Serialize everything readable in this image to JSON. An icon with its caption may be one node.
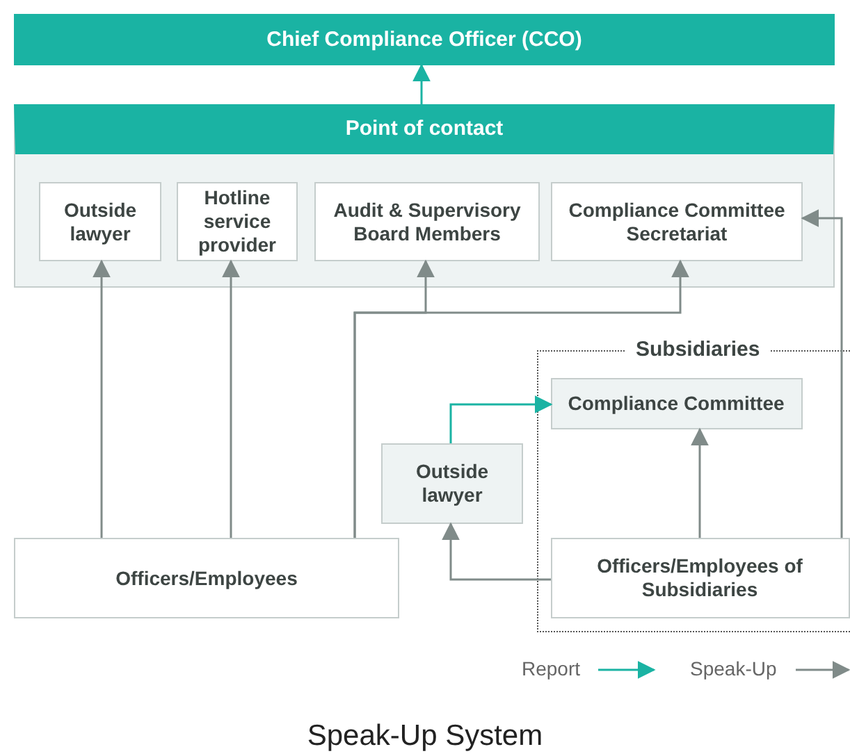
{
  "diagram": {
    "caption": "Speak-Up System",
    "nodes": [
      {
        "text": [
          "Chief Compliance Officer (CCO)"
        ]
      },
      {
        "text": [
          "Point of contact"
        ]
      },
      {
        "text": [
          "Outside lawyer"
        ],
        "in": 1
      },
      {
        "text": [
          "Hotline service provider"
        ],
        "in": 1
      },
      {
        "text": [
          "Audit & Supervisory Board Members"
        ],
        "in": 1
      },
      {
        "text": [
          "Compliance Committee Secretariat"
        ],
        "in": 1
      },
      {
        "text": [
          "Subsidiaries"
        ]
      },
      {
        "text": [
          "Compliance Committee"
        ],
        "in": 6
      },
      {
        "text": [
          "Outside lawyer"
        ]
      },
      {
        "text": [
          "Officers/Employees"
        ]
      },
      {
        "text": [
          "Officers/Employees of Subsidiaries"
        ],
        "in": 6
      }
    ],
    "edges": [
      {
        "from": 1,
        "to": 0,
        "arrow": "to",
        "color": "#1ab3a3"
      },
      {
        "from": 9,
        "to": 2,
        "arrow": "to"
      },
      {
        "from": 9,
        "to": 3,
        "arrow": "to"
      },
      {
        "from": 9,
        "to": 4,
        "arrow": "to"
      },
      {
        "from": 9,
        "to": 5,
        "arrow": "to"
      },
      {
        "from": 10,
        "to": 5,
        "arrow": "to"
      },
      {
        "from": 8,
        "to": 7,
        "arrow": "to",
        "color": "#1ab3a3"
      },
      {
        "from": 10,
        "to": 7,
        "arrow": "to"
      },
      {
        "from": 10,
        "to": 8,
        "arrow": "to"
      }
    ],
    "legend": [
      {
        "text": "Report"
      },
      {
        "text": "Speak-Up"
      }
    ]
  }
}
